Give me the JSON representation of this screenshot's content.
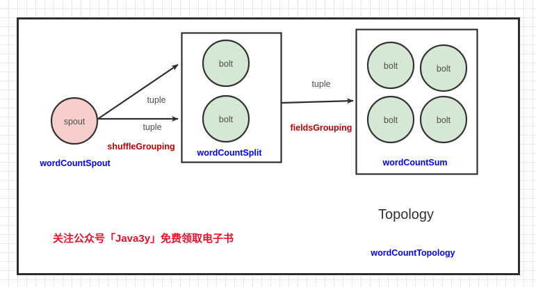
{
  "diagram": {
    "title": "Topology",
    "topology_label": "wordCountTopology",
    "promo_text": "关注公众号「Java3y」免费领取电子书",
    "colors": {
      "spout_fill": "#f8cecc",
      "bolt_fill": "#d5e8d4",
      "node_stroke": "#333333",
      "box_stroke": "#2e2e2e",
      "component_label": "#0000ff",
      "grouping_label": "#c00000",
      "edge_label": "#4d4d4d",
      "promo": "#e8112d",
      "title": "#333333",
      "grid": "#e8e8e8"
    },
    "spout": {
      "node_text": "spout",
      "component_label": "wordCountSpout"
    },
    "split_box": {
      "component_label": "wordCountSplit",
      "bolts": [
        {
          "node_text": "bolt"
        },
        {
          "node_text": "bolt"
        }
      ]
    },
    "sum_box": {
      "component_label": "wordCountSum",
      "bolts": [
        {
          "node_text": "bolt"
        },
        {
          "node_text": "bolt"
        },
        {
          "node_text": "bolt"
        },
        {
          "node_text": "bolt"
        }
      ]
    },
    "edges": [
      {
        "id": "spout-to-split-upper",
        "tuple_label": "tuple",
        "grouping_label": "shuffleGrouping"
      },
      {
        "id": "spout-to-split-lower",
        "tuple_label": "tuple"
      },
      {
        "id": "split-to-sum",
        "tuple_label": "tuple",
        "grouping_label": "fieldsGrouping"
      }
    ]
  }
}
